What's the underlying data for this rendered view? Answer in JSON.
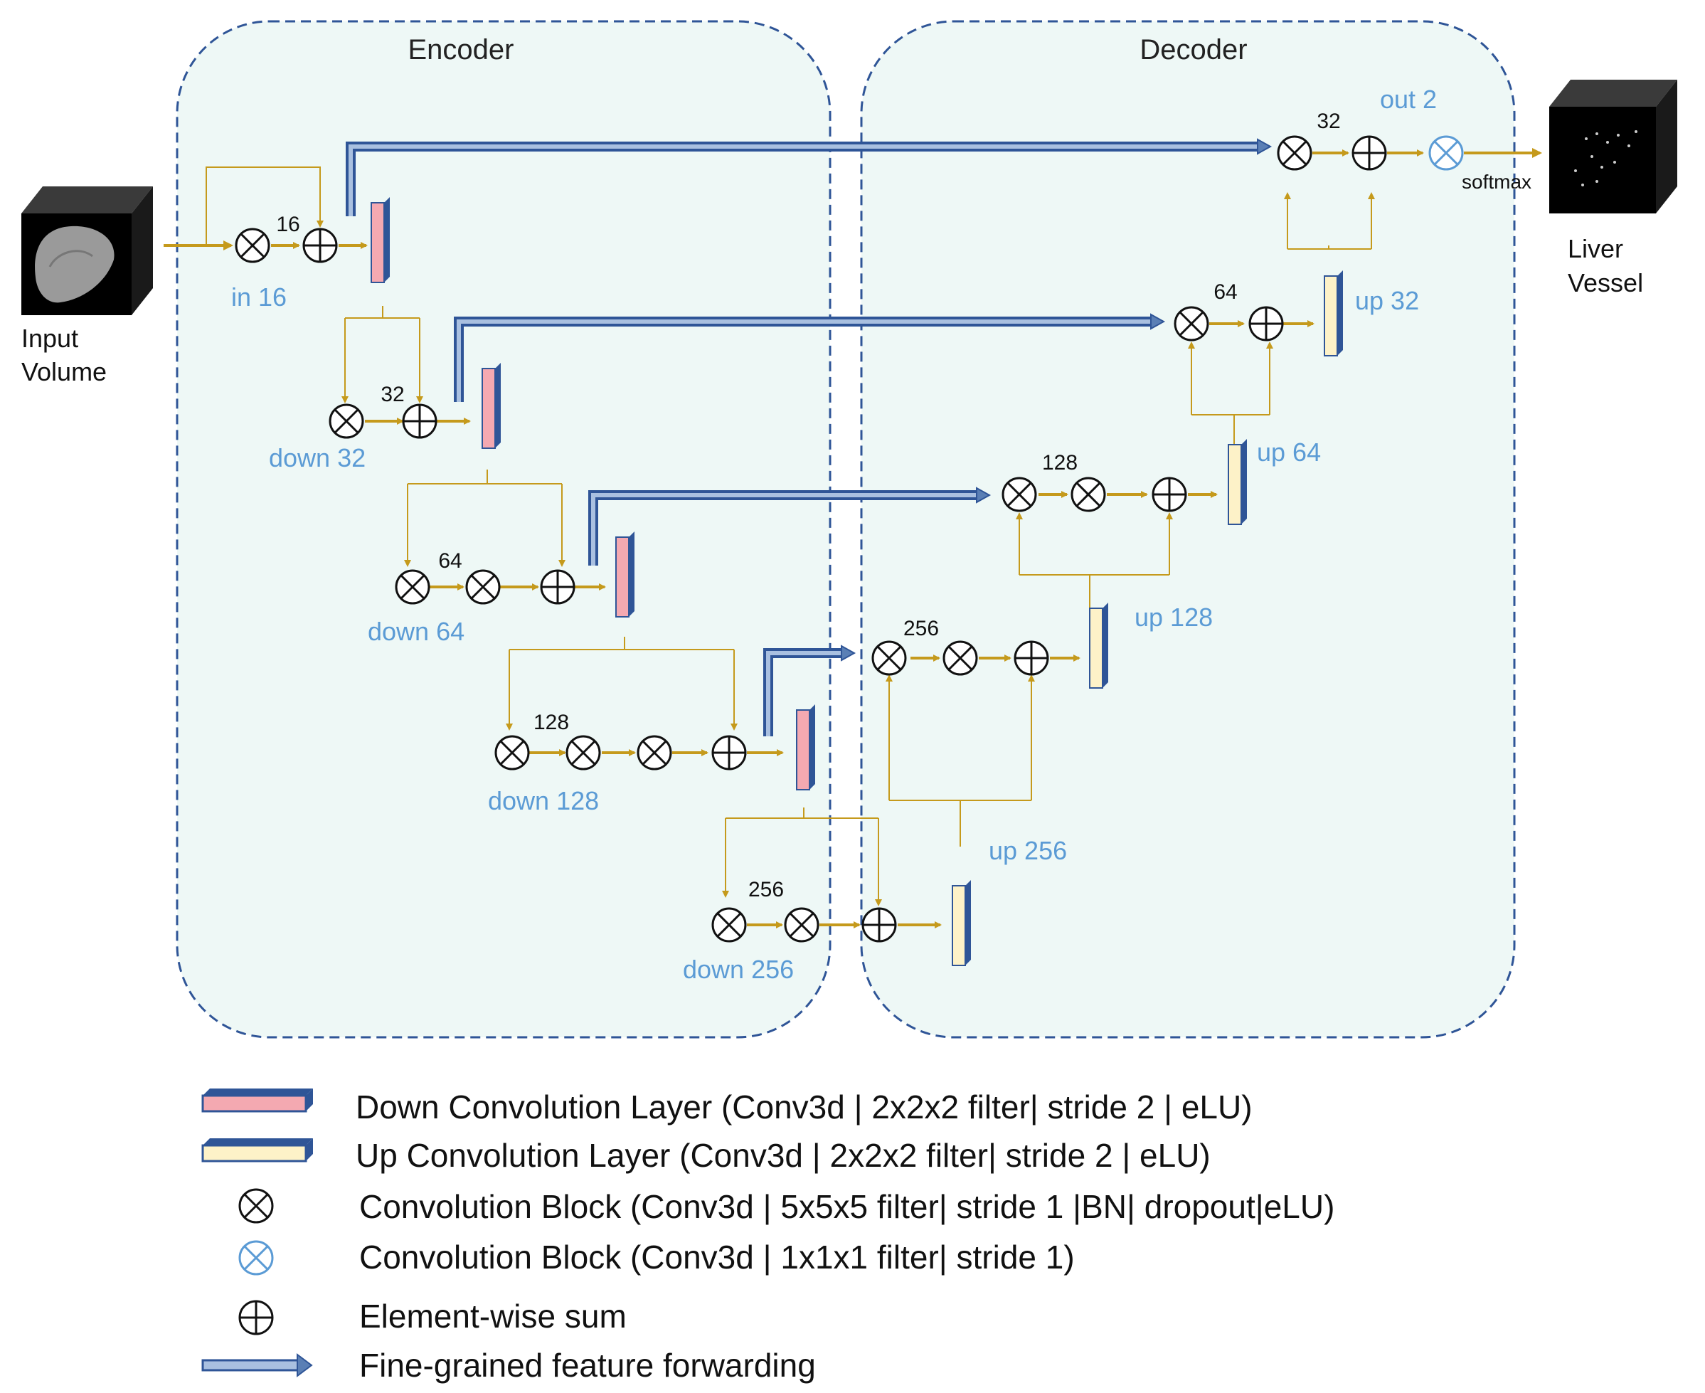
{
  "regions": {
    "encoder_label": "Encoder",
    "decoder_label": "Decoder"
  },
  "io": {
    "input_line1": "Input",
    "input_line2": "Volume",
    "output_line1": "Liver",
    "output_line2": "Vessel",
    "softmax": "softmax"
  },
  "blocks": {
    "in16": {
      "label": "in 16",
      "channels": "16"
    },
    "down32": {
      "label": "down 32",
      "channels": "32"
    },
    "down64": {
      "label": "down 64",
      "channels": "64"
    },
    "down128": {
      "label": "down 128",
      "channels": "128"
    },
    "down256": {
      "label": "down 256",
      "channels": "256"
    },
    "up256": {
      "label": "up 256",
      "channels": "256"
    },
    "up128": {
      "label": "up 128",
      "channels": "128"
    },
    "up64": {
      "label": "up 64",
      "channels": "64"
    },
    "up32": {
      "label": "up 32",
      "channels": "32"
    },
    "out2": {
      "label": "out 2",
      "channels": "32"
    }
  },
  "legend": {
    "down_conv": "Down Convolution Layer (Conv3d | 2x2x2 filter| stride 2 | eLU)",
    "up_conv": "Up Convolution Layer (Conv3d | 2x2x2 filter| stride 2 | eLU)",
    "conv_block": "Convolution Block (Conv3d | 5x5x5 filter| stride 1 |BN| dropout|eLU)",
    "conv_block_1x1": "Convolution Block (Conv3d | 1x1x1 filter| stride 1)",
    "elementwise_sum": "Element-wise sum",
    "feature_forwarding": "Fine-grained feature forwarding"
  },
  "colors": {
    "region_fill": "#eef8f6",
    "region_border": "#2f5597",
    "flow_arrow": "#c59a1c",
    "skip_arrow": "#5a7fb5",
    "down_layer": "#f4a9b1",
    "up_layer": "#fdf2c8",
    "blue_label": "#5b9bd5"
  }
}
